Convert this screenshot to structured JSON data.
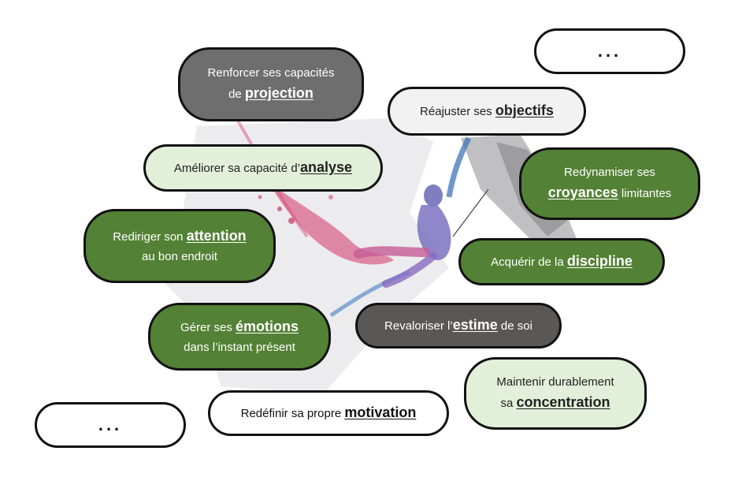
{
  "bubbles": {
    "dots_top": "...",
    "projection": {
      "pre": "Renforcer ses capacités",
      "pre2": "de ",
      "kw": "projection"
    },
    "objectifs": {
      "pre": "Réajuster ses ",
      "kw": "objectifs"
    },
    "analyse": {
      "pre": "Améliorer sa capacité d’",
      "kw": "analyse"
    },
    "croyances": {
      "pre": "Redynamiser ses",
      "kw": "croyances",
      "post": " limitantes"
    },
    "attention": {
      "pre": "Rediriger son ",
      "kw": "attention",
      "post": "au bon endroit"
    },
    "discipline": {
      "pre": "Acquérir de la ",
      "kw": "discipline"
    },
    "emotions": {
      "pre": "Gérer ses ",
      "kw": "émotions",
      "post": "dans l’instant présent"
    },
    "estime": {
      "pre": "Revaloriser l’",
      "kw": "estime",
      "post": " de soi"
    },
    "concentration": {
      "pre": "Maintenir durablement",
      "pre2": "sa ",
      "kw": "concentration"
    },
    "motivation": {
      "pre": "Redéfinir sa propre ",
      "kw": "motivation"
    },
    "dots_bottom": "..."
  },
  "colors": {
    "green": "#538135",
    "light_green": "#e2efd9",
    "grey": "#6e6e6e",
    "dark_grey": "#5a5757",
    "light": "#f2f2f2"
  }
}
